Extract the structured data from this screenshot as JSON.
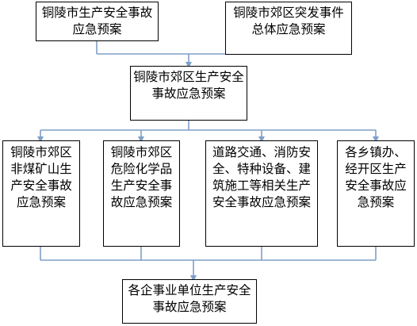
{
  "diagram": {
    "nodes": {
      "top_left": "铜陵市生产安全事故应急预案",
      "top_right": "铜陵市郊区突发事件总体应急预案",
      "mid": "铜陵市郊区生产安全事故应急预案",
      "b1": "铜陵市郊区非煤矿山生产安全事故应急预案",
      "b2": "铜陵市郊区危险化学品生产安全事故应急预案",
      "b3": "道路交通、消防安全、特种设备、建筑施工等相关生产安全事故应急预案",
      "b4": "各乡镇办、经开区生产安全事故应急预案",
      "bottom": "各企事业单位生产安全事故应急预案"
    },
    "colors": {
      "arrow": "#7f9fc8",
      "border": "#000000"
    }
  }
}
